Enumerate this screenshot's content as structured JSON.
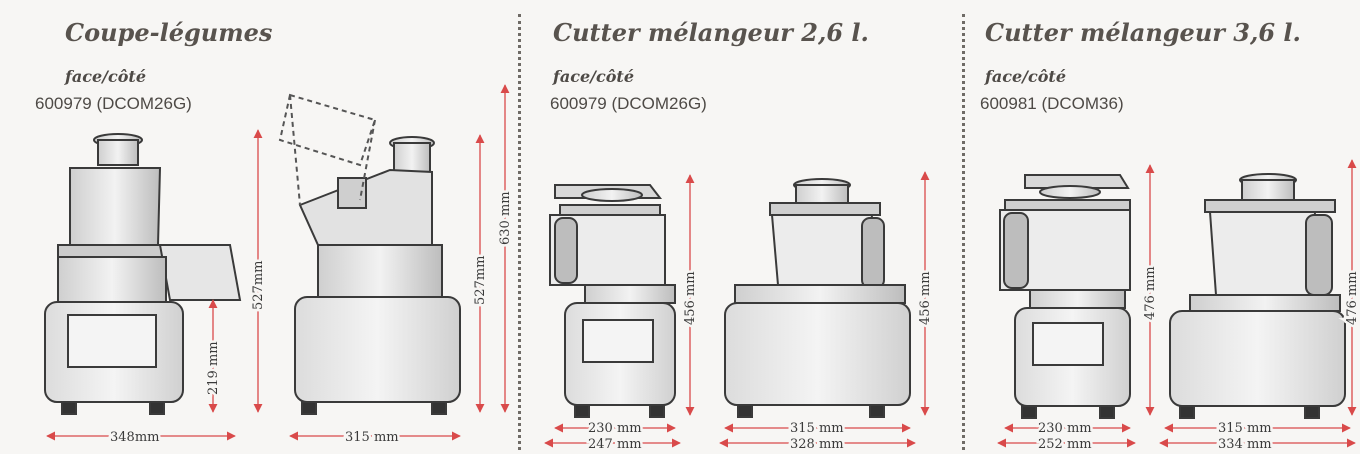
{
  "panels": [
    {
      "title": "Coupe-légumes",
      "subtitle": "face/côté",
      "reference": "600979 (DCOM26G)",
      "dims": {
        "front_height": "527mm",
        "front_base_height": "219 mm",
        "front_width": "348mm",
        "side_height": "527mm",
        "side_height_open": "630 mm",
        "side_width": "315 mm"
      }
    },
    {
      "title": "Cutter mélangeur 2,6 l.",
      "subtitle": "face/côté",
      "reference": "600979 (DCOM26G)",
      "dims": {
        "front_height": "456 mm",
        "front_width_base": "230 mm",
        "front_width_total": "247 mm",
        "side_height": "456 mm",
        "side_width_base": "315 mm",
        "side_width_total": "328 mm"
      }
    },
    {
      "title": "Cutter mélangeur 3,6 l.",
      "subtitle": "face/côté",
      "reference": "600981 (DCOM36)",
      "dims": {
        "front_height": "476 mm",
        "front_width_base": "230 mm",
        "front_width_total": "252 mm",
        "side_height": "476 mm",
        "side_width_base": "315 mm",
        "side_width_total": "334 mm"
      }
    }
  ]
}
